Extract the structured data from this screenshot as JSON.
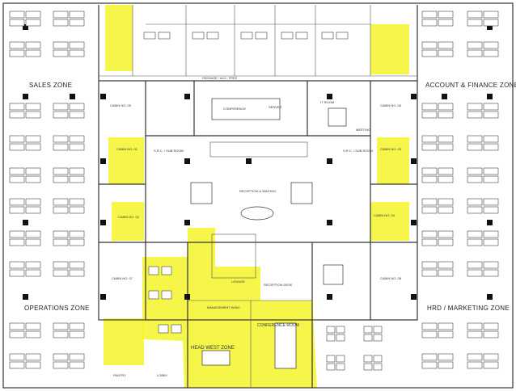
{
  "zones": {
    "sales": "SALES ZONE",
    "account_finance": "ACCOUNT & FINANCE ZONE",
    "operations": "OPERATIONS ZONE",
    "hrd_marketing": "HRD / MARKETING ZONE",
    "head_west": "HEAD WEST ZONE",
    "conference": "CONFERENCE ROOM"
  },
  "rooms": {
    "reception": "RECEPTION & WAITING",
    "conference_top": "CONFERENCE",
    "it_room": "IT ROOM",
    "meeting": "MEETING",
    "cabin_1": "CABIN NO. 01",
    "cabin_2": "CABIN NO. 02",
    "cabin_3": "CABIN NO. 03",
    "cabin_4": "CABIN NO. 04",
    "cabin_5": "CABIN NO. 05",
    "cabin_6": "CABIN NO. 06",
    "cabin_7": "CABIN NO. 07",
    "cabin_8": "CABIN NO. 08",
    "lounge": "LOUNGE",
    "pantry": "PANTRY",
    "lobby": "LOBBY",
    "passage": "PASSAGE / ACC. FREE",
    "store_left": "S.R.C. / SUB ROOM",
    "store_right": "S.R.C. / SUB ROOM",
    "server": "SERVER",
    "management": "MANAGEMENT WING",
    "reception_desk": "RECEPTION DESK"
  },
  "colors": {
    "highlight": "#f4f42a",
    "wall": "#333333"
  }
}
